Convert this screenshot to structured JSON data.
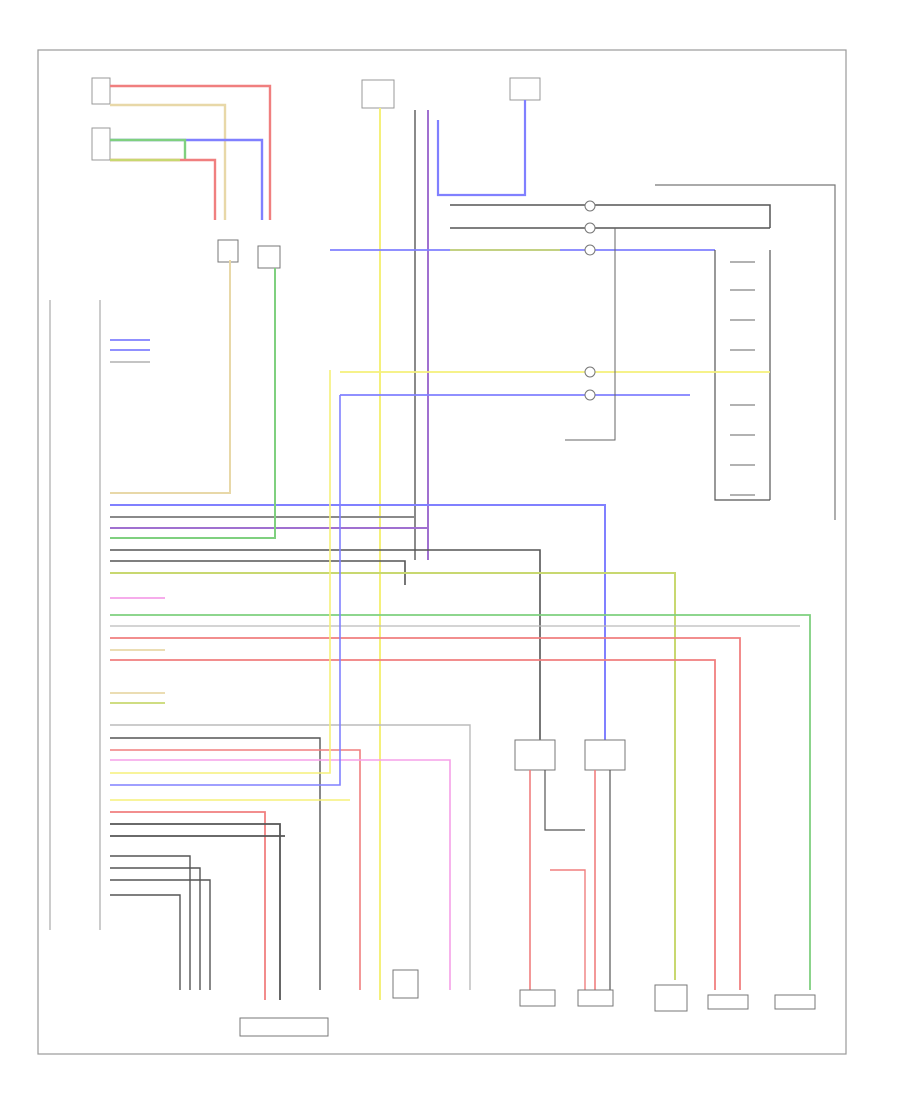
{
  "diagram": {
    "footer_code": "",
    "legend": [
      "",
      ""
    ],
    "top_connectors": [
      {
        "id": "tl1",
        "lines": [
          "",
          "",
          ""
        ]
      },
      {
        "id": "tl2",
        "lines": [
          "",
          "",
          ""
        ]
      }
    ],
    "top_relay_labels": [
      "",
      ""
    ],
    "bottom_components": [
      {
        "id": "speaker-lf-low",
        "label": ""
      },
      {
        "id": "audio-terminal",
        "label": ""
      },
      {
        "id": "antenna-amp",
        "label": ""
      },
      {
        "id": "mic",
        "label": ""
      },
      {
        "id": "illum",
        "label": ""
      },
      {
        "id": "speaker-front-left",
        "label": ""
      },
      {
        "id": "speaker-front-right",
        "label": ""
      },
      {
        "id": "antenna",
        "label": ""
      },
      {
        "id": "speaker-rear-left",
        "label": ""
      },
      {
        "id": "speaker-rear-right",
        "label": ""
      }
    ],
    "switch_labels": [
      "",
      "",
      "",
      "",
      "",
      "",
      "",
      ""
    ],
    "unit_label": "",
    "colors": {
      "red": "#f07f7f",
      "blue": "#8080ff",
      "green": "#7fd07f",
      "yellow": "#f5f07a",
      "tan": "#e8d8a8",
      "pink": "#f5a0e8",
      "gray": "#8a8a8a",
      "dark": "#555555",
      "olive": "#c8d870",
      "purple": "#a070d0"
    }
  }
}
